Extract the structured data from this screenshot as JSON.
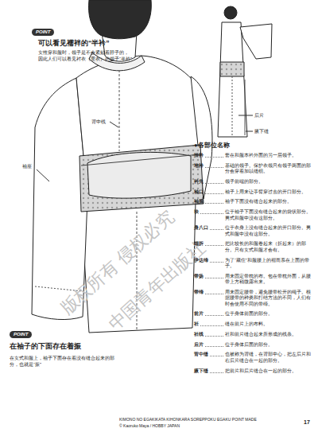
{
  "diagram": {
    "nodes": [
      {
        "text": [
          "POINT"
        ]
      },
      {
        "text": [
          "POINT"
        ]
      }
    ],
    "labels": [
      "可以看见襦袢的“半衿”",
      "女性穿和服时，领子是不会紧贴着脖子的，因此人们可以看见衬衣（里衣）的领子“半衿”",
      "背中线",
      "袖座",
      "后片",
      "腋下缝",
      "●各部位名称",
      "掛衿",
      "套在和服本衿外面的另一层领子。",
      "地衿",
      "基础的领子。保护衣领只有领子两面的部分会穿着加以缝纫。",
      "衿先",
      "领子前端的部分。",
      "袖口",
      "袖子上用来让手臂穿过去的开口部分。",
      "袖振",
      "袖子下面没有缝合起来的部分。",
      "袂",
      "位于袖子下面没有缝合起来的袋状部分。男式和服中没有这部分。",
      "身八口",
      "位于衣身上没有缝合起来的开口部分。男式和服中没有这部分。",
      "端折",
      "把比较长的和服卷起来（折起来）的部分。只有女式和服才会有。",
      "伊达缔",
      "为了“藏住”和服腰上的褶而系在上面的带子。",
      "带扬",
      "用来固定带枕的布。包在带枕外面，从腰带上方稍微露出来。",
      "带缔",
      "用来固定腰带，避免腰带松开的绳子。根据腰带的种类和打结方法的不同，人们有时会使用不同的带缔。",
      "前片",
      "位于身体前面的部分。",
      "衽",
      "缝在前片上的布料。",
      "衽线",
      "衽和前片缝合起来所形成的线条。",
      "后片",
      "位于身体后面的部分。",
      "背中缝",
      "也被称为背缝，在背部中心，把左后片和右后片缝合在一起的部分。",
      "腋下缝",
      "把前片和后片缝合在一起的部分。",
      "在袖子的下面存在着振",
      "在女式和服上，袖子下面存在着没有缝合起来的部分，也就是“振”",
      "KIMONO NO EGAKIKATA KIHONKARA SOREPPOKU EGAKU POINT MADE",
      "© Kaoruko Maya / HOBBY JAPAN",
      "17",
      "版权所有 侵权必究",
      "中国青年出版社"
    ]
  }
}
